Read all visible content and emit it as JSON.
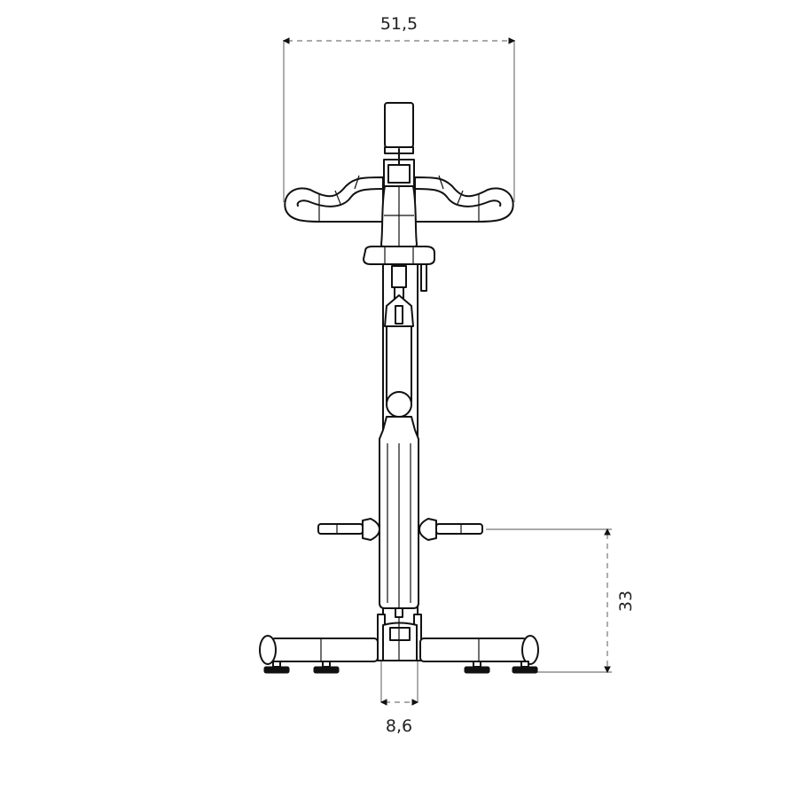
{
  "drawing": {
    "view": "front",
    "subject": "exercise bike"
  },
  "dimensions": {
    "handlebar_width": "51,5",
    "pedal_height": "33",
    "base_width": "8,6"
  },
  "colors": {
    "line": "#111111",
    "dimension_line": "#777777",
    "background": "#ffffff"
  }
}
